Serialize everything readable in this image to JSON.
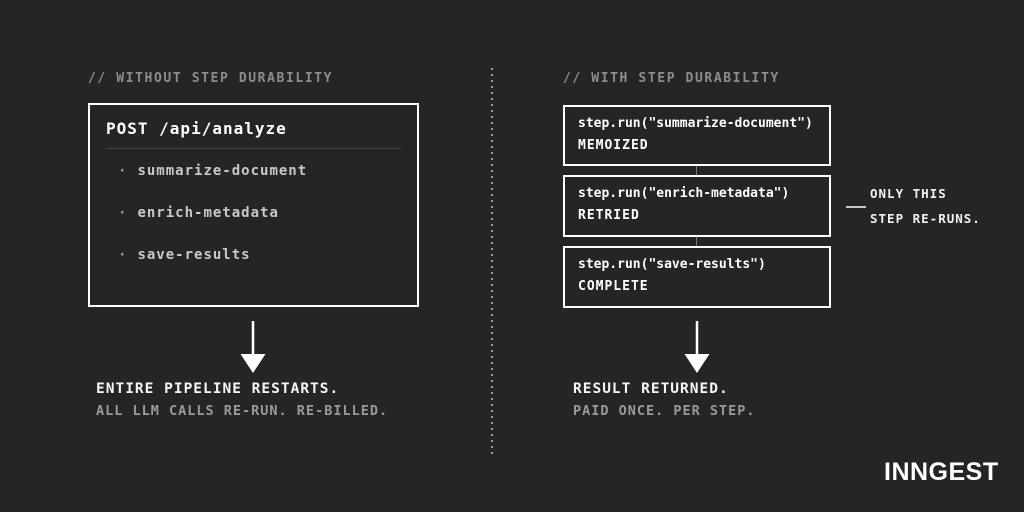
{
  "colors": {
    "background": "#252525",
    "box_border": "#ffffff",
    "text_primary": "#ffffff",
    "text_secondary": "#c9c9c9",
    "text_muted": "#8d8d8d",
    "divider_dots": "#9c9c9c"
  },
  "left": {
    "header": "// WITHOUT STEP DURABILITY",
    "box": {
      "title": "POST /api/analyze",
      "bullet": "·",
      "items": [
        "summarize-document",
        "enrich-metadata",
        "save-results"
      ]
    },
    "result_title": "ENTIRE PIPELINE RESTARTS.",
    "result_subtitle": "ALL LLM CALLS RE-RUN. RE-BILLED."
  },
  "right": {
    "header": "// WITH STEP DURABILITY",
    "steps": [
      {
        "code": "step.run(\"summarize-document\")",
        "status": "MEMOIZED"
      },
      {
        "code": "step.run(\"enrich-metadata\")",
        "status": "RETRIED"
      },
      {
        "code": "step.run(\"save-results\")",
        "status": "COMPLETE"
      }
    ],
    "callout_line1": "ONLY THIS",
    "callout_line2": "STEP RE-RUNS.",
    "result_title": "RESULT RETURNED.",
    "result_subtitle": "PAID ONCE. PER STEP."
  },
  "brand": {
    "logo_text": "INNGEST"
  }
}
